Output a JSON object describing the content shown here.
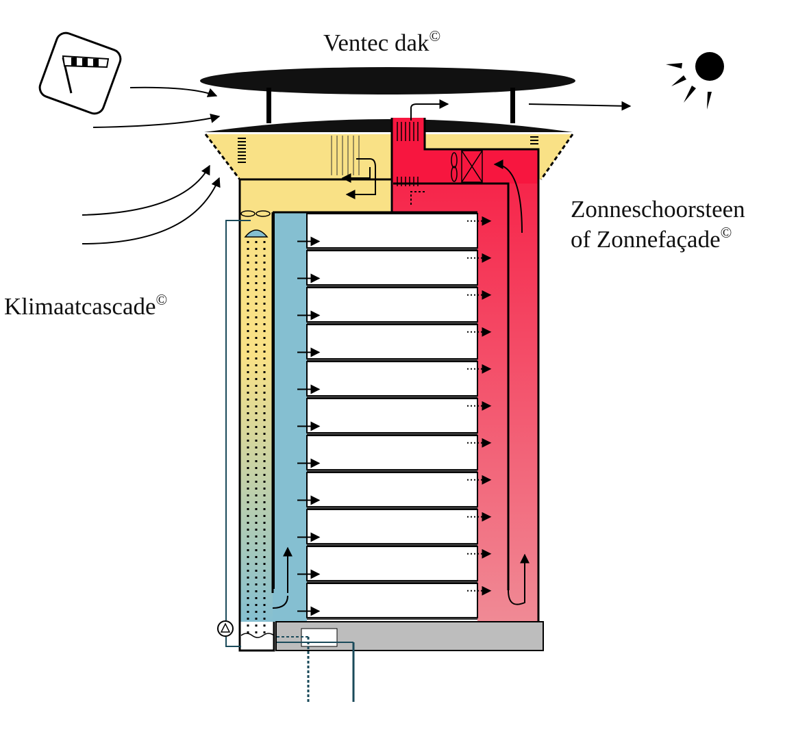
{
  "labels": {
    "roof": "Ventec dak",
    "chimney_line1": "Zonneschoorsteen",
    "chimney_line2": "of Zonnefaçade",
    "cascade": "Klimaatcascade",
    "copyright": "©"
  },
  "colors": {
    "roof": "#111111",
    "attic_yellow": "#f9e186",
    "cool_blue": "#85bfd1",
    "chimney_red": "#f7163f",
    "warm_pink": "#f08a95",
    "basement_gray": "#bdbdbd",
    "outline": "#000000"
  },
  "floors": {
    "count": 11
  }
}
